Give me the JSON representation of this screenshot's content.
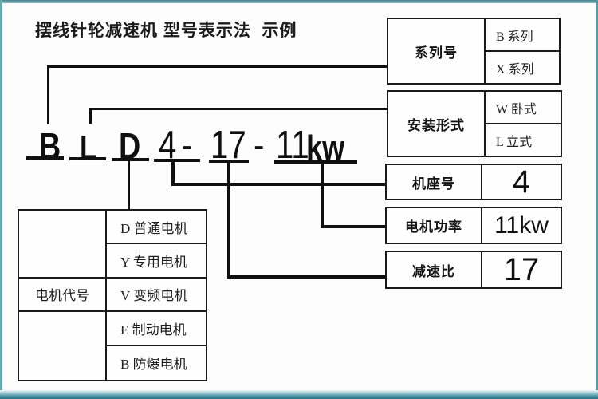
{
  "title": "摆线针轮减速机 型号表示法  示例",
  "model_code": {
    "series_letter": "B",
    "mounting_letter": "L",
    "motor_letter": "D",
    "frame_number": "4",
    "separator_1": "-",
    "ratio_number": "17",
    "separator_2": "-",
    "power_number": "11",
    "power_unit": "kw"
  },
  "legend_boxes": {
    "series": {
      "label": "系列号",
      "options": [
        "B 系列",
        "X 系列"
      ]
    },
    "mounting": {
      "label": "安装形式",
      "options": [
        "W 卧式",
        "L 立式"
      ]
    },
    "frame": {
      "label": "机座号",
      "value": "4"
    },
    "power": {
      "label": "电机功率",
      "value": "11kw"
    },
    "ratio": {
      "label": "减速比",
      "value": "17"
    }
  },
  "motor_code_table": {
    "label": "电机代号",
    "entries": [
      "D 普通电机",
      "Y 专用电机",
      "V 变频电机",
      "E 制动电机",
      "B 防爆电机"
    ]
  },
  "colors": {
    "frame_teal": "#4f9fab",
    "bottom_band_dark": "#2a7384",
    "line_black": "#101010",
    "background": "#fdfdfd"
  }
}
